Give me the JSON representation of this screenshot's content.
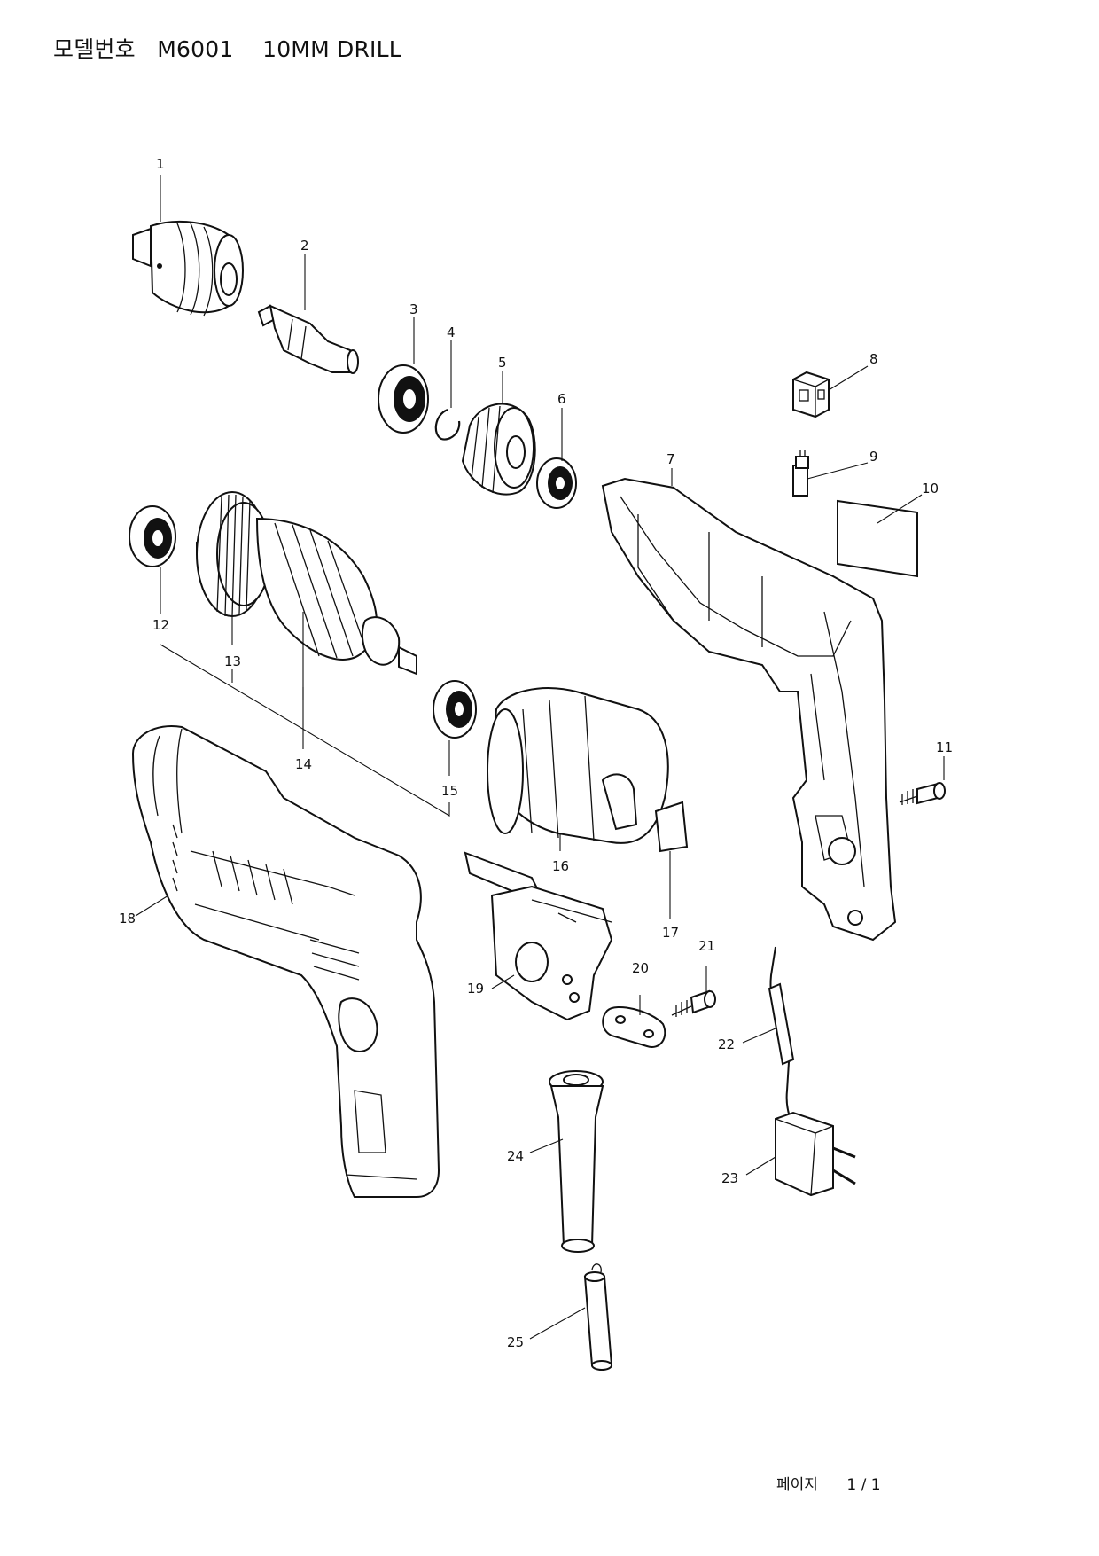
{
  "header": {
    "model_label": "모델번호",
    "model_number": "M6001",
    "product_name": "10MM DRILL"
  },
  "footer": {
    "page_label": "페이지",
    "page_value": "1 / 1"
  },
  "callouts": [
    "1",
    "2",
    "3",
    "4",
    "5",
    "6",
    "7",
    "8",
    "9",
    "10",
    "11",
    "12",
    "13",
    "14",
    "15",
    "16",
    "17",
    "18",
    "19",
    "20",
    "21",
    "22",
    "23",
    "24",
    "25"
  ]
}
